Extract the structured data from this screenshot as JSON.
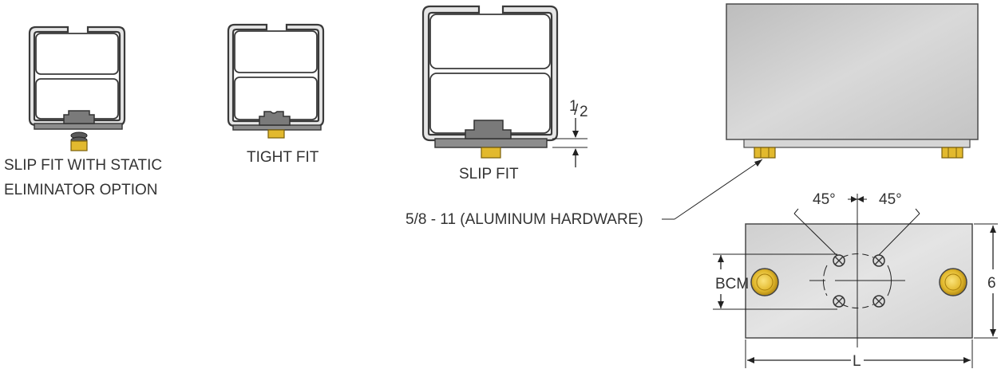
{
  "labels": {
    "slip_fit_static_line1": "SLIP FIT WITH STATIC",
    "slip_fit_static_line2": "ELIMINATOR OPTION",
    "tight_fit": "TIGHT FIT",
    "slip_fit": "SLIP FIT",
    "half_num": "1",
    "half_den": "2",
    "hardware": "5/8 - 11 (ALUMINUM HARDWARE)",
    "angle_left": "45°",
    "angle_right": "45°",
    "bcm": "BCM",
    "height": "6",
    "length": "L"
  },
  "colors": {
    "brass": "#e2b92e",
    "block_face": "#c4c4c4",
    "plate": "#8c8c8c"
  }
}
